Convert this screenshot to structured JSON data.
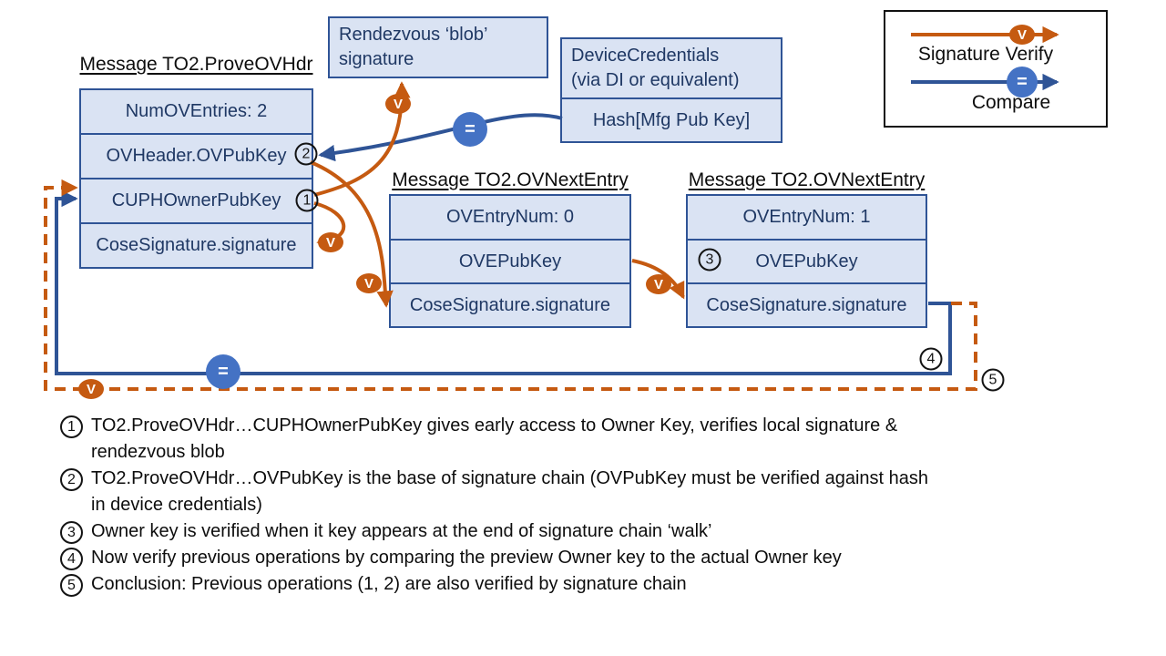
{
  "diagram": {
    "prove_ovhdr": {
      "title": "Message TO2.ProveOVHdr",
      "rows": [
        "NumOVEntries: 2",
        "OVHeader.OVPubKey",
        "CUPHOwnerPubKey",
        "CoseSignature.signature"
      ]
    },
    "rendezvous_box": {
      "line1": "Rendezvous ‘blob’",
      "line2": "signature"
    },
    "device_credentials": {
      "line1": "DeviceCredentials",
      "line2": "(via DI or equivalent)",
      "hash_row": "Hash[Mfg Pub Key]"
    },
    "ov_next_entry_0": {
      "title": "Message TO2.OVNextEntry",
      "rows": [
        "OVEntryNum: 0",
        "OVEPubKey",
        "CoseSignature.signature"
      ]
    },
    "ov_next_entry_1": {
      "title": "Message TO2.OVNextEntry",
      "rows": [
        "OVEntryNum: 1",
        "OVEPubKey",
        "CoseSignature.signature"
      ]
    },
    "legend": {
      "verify_label": "Signature Verify",
      "compare_label": "Compare"
    },
    "badges": {
      "verify": "V",
      "compare": "="
    },
    "markers": {
      "m1": "1",
      "m2": "2",
      "m3": "3",
      "m4": "4",
      "m5": "5"
    }
  },
  "notes": {
    "items": [
      {
        "num": "1",
        "lines": [
          "TO2.ProveOVHdr…CUPHOwnerPubKey gives early access to Owner Key, verifies local signature &",
          "rendezvous blob"
        ]
      },
      {
        "num": "2",
        "lines": [
          "TO2.ProveOVHdr…OVPubKey is the base of signature chain (OVPubKey must be verified against hash",
          "in device credentials)"
        ]
      },
      {
        "num": "3",
        "lines": [
          "Owner key is verified when it key appears at the end of signature chain ‘walk’"
        ]
      },
      {
        "num": "4",
        "lines": [
          "Now verify previous operations by comparing the preview Owner key to the actual Owner key"
        ]
      },
      {
        "num": "5",
        "lines": [
          "Conclusion: Previous operations (1, 2) are also verified by signature chain"
        ]
      }
    ]
  },
  "colors": {
    "orange": "#C55A11",
    "blue_line": "#2F5496",
    "blue_badge": "#4472C4",
    "cell_fill": "#DAE3F3",
    "cell_text": "#1F3864"
  }
}
